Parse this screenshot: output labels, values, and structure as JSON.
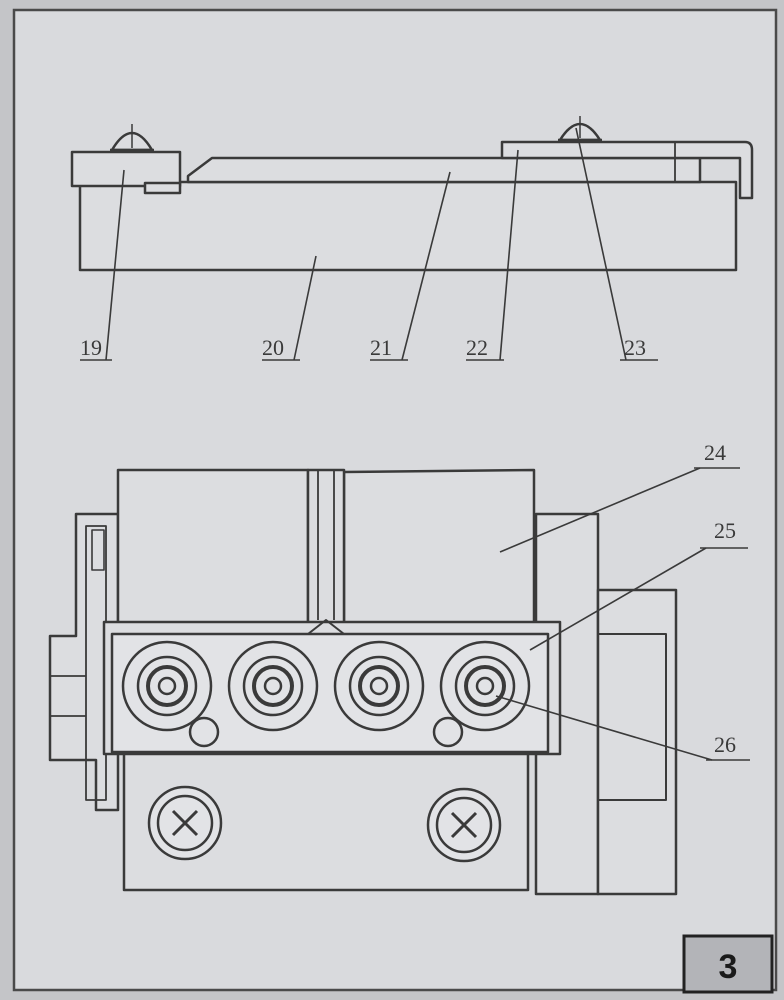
{
  "diagram": {
    "callouts": {
      "c19": "19",
      "c20": "20",
      "c21": "21",
      "c22": "22",
      "c23": "23",
      "c24": "24",
      "c25": "25",
      "c26": "26"
    },
    "page_number": "3"
  },
  "colors": {
    "paper": "#d9dadd",
    "ink": "#3a3a3a"
  }
}
